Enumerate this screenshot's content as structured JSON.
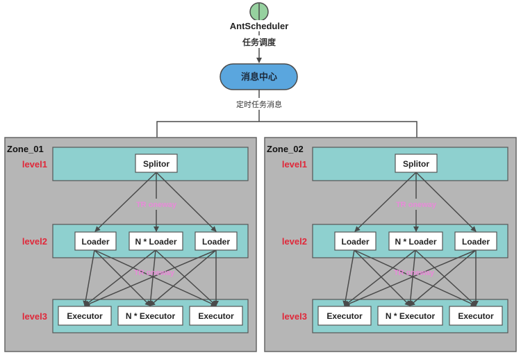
{
  "top": {
    "start_label": "AntScheduler",
    "edge1_label": "任务调度",
    "hub_label": "消息中心",
    "edge2_label": "定时任务消息"
  },
  "colors": {
    "start_fill": "#96d19f",
    "hub_fill": "#5aa6de",
    "zone_fill": "#b6b6b6",
    "band_fill": "#8ed0cf",
    "level_text": "#e0283a",
    "edge_label": "#e88ad9",
    "line": "#4a4a4a"
  },
  "zones": [
    {
      "title": "Zone_01",
      "levels": [
        "level1",
        "level2",
        "level3"
      ],
      "splitor": "Splitor",
      "loaders": [
        "Loader",
        "N * Loader",
        "Loader"
      ],
      "executors": [
        "Executor",
        "N * Executor",
        "Executor"
      ],
      "edge_label_1": "TR oneway",
      "edge_label_2": "TR oneway"
    },
    {
      "title": "Zone_02",
      "levels": [
        "level1",
        "level2",
        "level3"
      ],
      "splitor": "Splitor",
      "loaders": [
        "Loader",
        "N * Loader",
        "Loader"
      ],
      "executors": [
        "Executor",
        "N * Executor",
        "Executor"
      ],
      "edge_label_1": "TR oneway",
      "edge_label_2": "TR oneway"
    }
  ]
}
